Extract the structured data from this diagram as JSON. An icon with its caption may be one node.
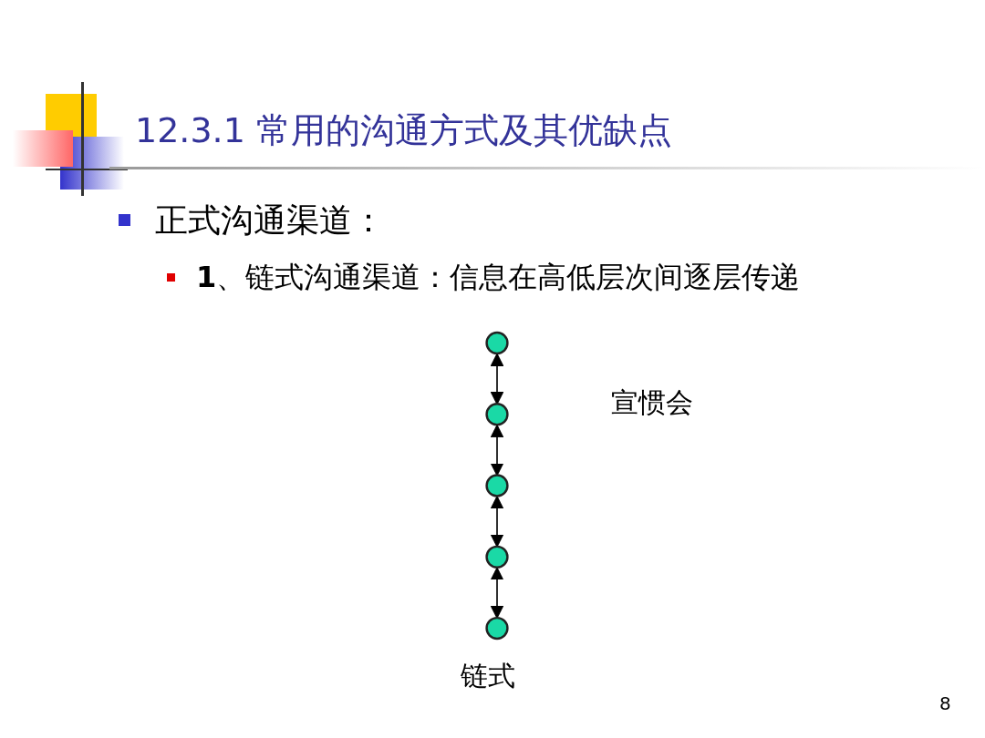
{
  "diagram": {
    "title": "12.3.1 常用的沟通方式及其优缺点",
    "nodes": [
      {
        "text": [],
        "shape": "circle"
      },
      {
        "text": [],
        "shape": "circle"
      },
      {
        "text": [],
        "shape": "circle"
      },
      {
        "text": [],
        "shape": "circle"
      },
      {
        "text": [],
        "shape": "circle",
        "beside": [
          "链式"
        ]
      }
    ],
    "edges": [
      {
        "from": 0,
        "to": 1,
        "arrow": "both"
      },
      {
        "from": 1,
        "to": 2,
        "arrow": "both"
      },
      {
        "from": 2,
        "to": 3,
        "arrow": "both"
      },
      {
        "from": 3,
        "to": 4,
        "arrow": "both"
      }
    ],
    "labels": [
      "正式沟通渠道：",
      "**1**、链式沟通渠道：信息在高低层次间逐层传递",
      "宣惯会",
      "8"
    ]
  }
}
